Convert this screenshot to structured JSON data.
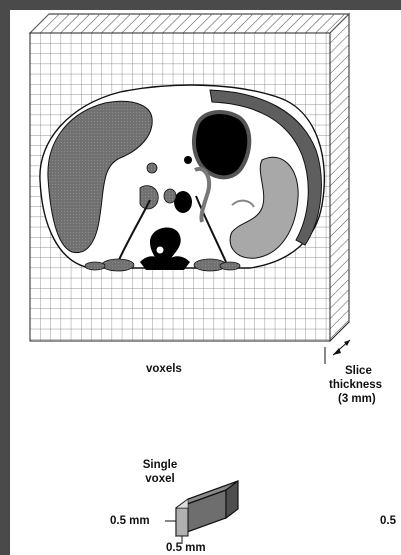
{
  "diagram": {
    "labels": {
      "voxels": "voxels",
      "slice_thickness_line1": "Slice",
      "slice_thickness_line2": "thickness",
      "slice_thickness_line3": "(3 mm)",
      "single_voxel_line1": "Single",
      "single_voxel_line2": "voxel",
      "voxel_height": "0.5 mm",
      "voxel_width": "0.5 mm",
      "cutoff_label": "0.5"
    },
    "colors": {
      "frame": "#4a4a4a",
      "grid_line": "#6b6b6b",
      "organ_dark": "#707070",
      "organ_black": "#000000",
      "organ_light": "#a8a8a8",
      "voxel_body": "#6e6e6e"
    }
  }
}
